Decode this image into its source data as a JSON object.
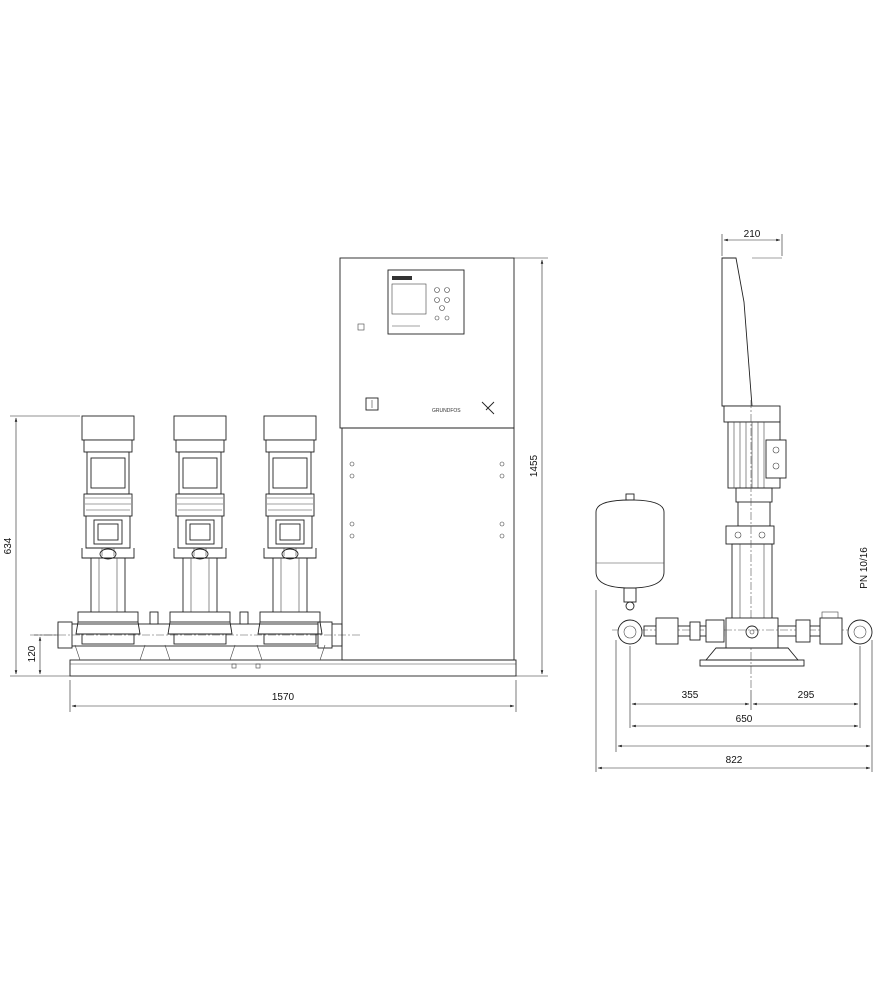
{
  "dimensions": {
    "total_width": "1570",
    "total_height": "1455",
    "manifold_height": "634",
    "base_height": "120",
    "cabinet_depth": "210",
    "left_offset": "355",
    "right_offset": "295",
    "manifold_length": "650",
    "overall_depth": "822"
  },
  "labels": {
    "pressure_rating": "PN 10/16",
    "brand": "GRUNDFOS"
  },
  "pumps": [
    {
      "id": "pump-1"
    },
    {
      "id": "pump-2"
    },
    {
      "id": "pump-3"
    }
  ]
}
